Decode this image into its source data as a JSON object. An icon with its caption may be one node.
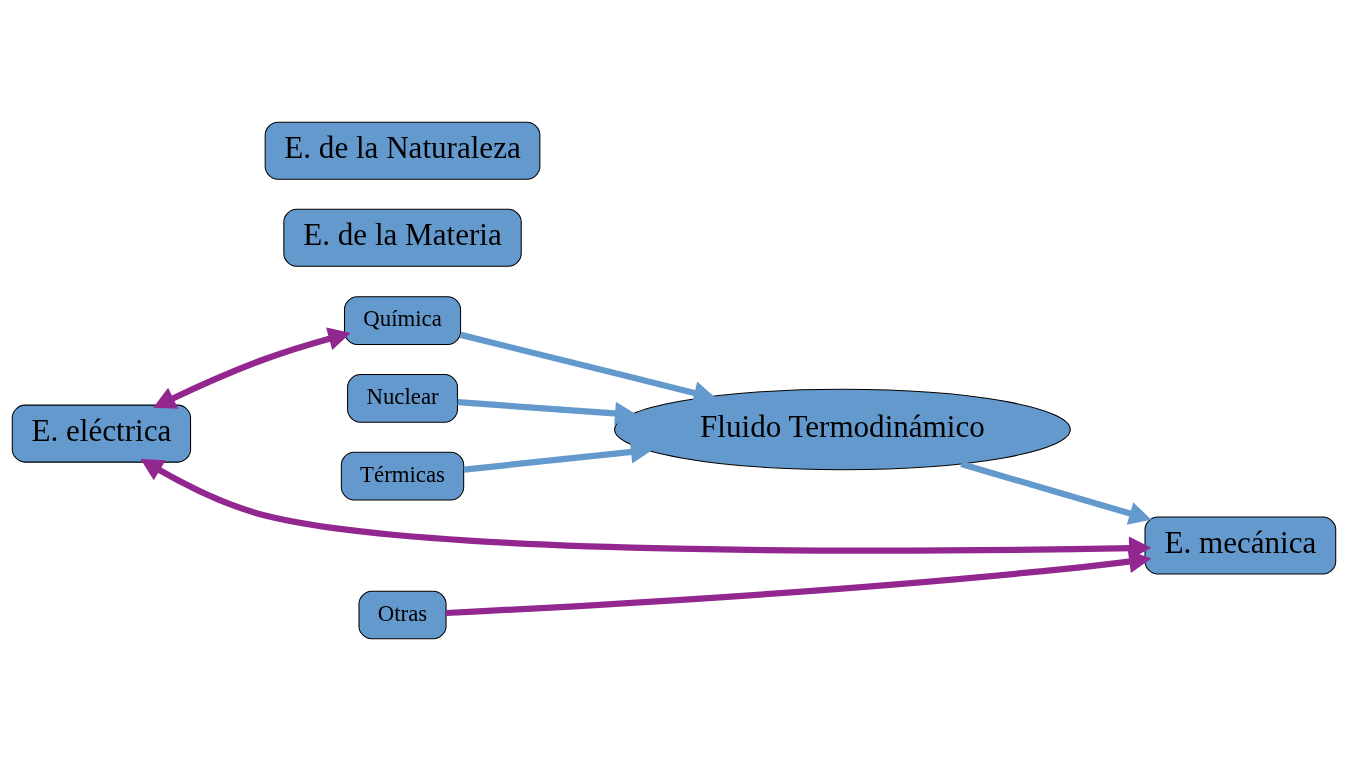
{
  "diagram": {
    "nodes": [
      {
        "text": [
          "E. eléctrica"
        ]
      },
      {
        "text": [
          "E. mecánica"
        ]
      },
      {
        "text": [
          "Fluido Termodinámico"
        ]
      },
      {
        "text": [
          "E. de la Materia"
        ]
      },
      {
        "text": [
          "Química"
        ]
      },
      {
        "text": [
          "Nuclear"
        ]
      },
      {
        "text": [
          "E. de la Naturaleza"
        ]
      },
      {
        "text": [
          "Otras"
        ]
      },
      {
        "text": [
          "Térmicas"
        ]
      }
    ],
    "edges": [
      {
        "from": 1,
        "to": 0,
        "arrow": "both",
        "color": "#92278f"
      },
      {
        "from": 0,
        "to": 4,
        "arrow": "both",
        "color": "#92278f"
      },
      {
        "from": 4,
        "to": 2,
        "arrow": "to"
      },
      {
        "from": 5,
        "to": 2,
        "arrow": "to"
      },
      {
        "from": 8,
        "to": 2,
        "arrow": "to"
      },
      {
        "from": 2,
        "to": 1,
        "arrow": "to"
      },
      {
        "from": 7,
        "to": 1,
        "arrow": "to",
        "color": "#92278f"
      }
    ]
  }
}
